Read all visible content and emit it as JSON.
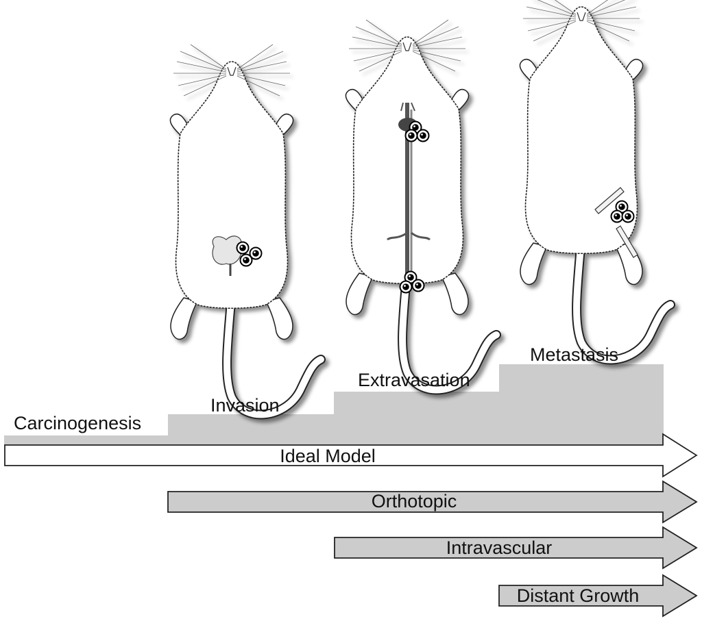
{
  "stages": [
    {
      "id": "carcinogenesis",
      "label": "Carcinogenesis"
    },
    {
      "id": "invasion",
      "label": "Invasion"
    },
    {
      "id": "extravasation",
      "label": "Extravasation"
    },
    {
      "id": "metastasis",
      "label": "Metastasis"
    }
  ],
  "models": [
    {
      "id": "ideal-model",
      "label": "Ideal Model",
      "fill": "#ffffff"
    },
    {
      "id": "orthotopic",
      "label": "Orthotopic",
      "fill": "#cccccc"
    },
    {
      "id": "intravascular",
      "label": "Intravascular",
      "fill": "#cccccc"
    },
    {
      "id": "distant-growth",
      "label": "Distant Growth",
      "fill": "#cccccc"
    }
  ],
  "colors": {
    "step_fill": "#cccccc",
    "outline": "#222222",
    "cell": "#000000"
  }
}
